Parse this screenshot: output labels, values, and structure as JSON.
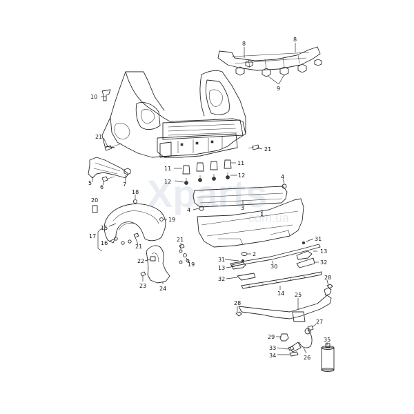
{
  "watermark": {
    "main": "Xparts",
    "sub": "com.ua"
  },
  "callouts": [
    {
      "id": "c10",
      "text": "10"
    },
    {
      "id": "c21a",
      "text": "21"
    },
    {
      "id": "c5",
      "text": "5"
    },
    {
      "id": "c6",
      "text": "6"
    },
    {
      "id": "c7",
      "text": "7"
    },
    {
      "id": "c8a",
      "text": "8"
    },
    {
      "id": "c8b",
      "text": "8"
    },
    {
      "id": "c9",
      "text": "9"
    },
    {
      "id": "c21b",
      "text": "21"
    },
    {
      "id": "c11a",
      "text": "11"
    },
    {
      "id": "c11b",
      "text": "11"
    },
    {
      "id": "c12a",
      "text": "12"
    },
    {
      "id": "c12b",
      "text": "12"
    },
    {
      "id": "c4a",
      "text": "4"
    },
    {
      "id": "c4b",
      "text": "4"
    },
    {
      "id": "c3",
      "text": "3"
    },
    {
      "id": "c1",
      "text": "1"
    },
    {
      "id": "c18",
      "text": "18"
    },
    {
      "id": "c20",
      "text": "20"
    },
    {
      "id": "c19a",
      "text": "19"
    },
    {
      "id": "c15",
      "text": "15"
    },
    {
      "id": "c17",
      "text": "17"
    },
    {
      "id": "c16",
      "text": "16"
    },
    {
      "id": "c21c",
      "text": "21"
    },
    {
      "id": "c21d",
      "text": "21"
    },
    {
      "id": "c19b",
      "text": "19"
    },
    {
      "id": "c22",
      "text": "22"
    },
    {
      "id": "c23",
      "text": "23"
    },
    {
      "id": "c24",
      "text": "24"
    },
    {
      "id": "c2",
      "text": "2"
    },
    {
      "id": "c31a",
      "text": "31"
    },
    {
      "id": "c31b",
      "text": "31"
    },
    {
      "id": "c13a",
      "text": "13"
    },
    {
      "id": "c13b",
      "text": "13"
    },
    {
      "id": "c30",
      "text": "30"
    },
    {
      "id": "c32a",
      "text": "32"
    },
    {
      "id": "c32b",
      "text": "32"
    },
    {
      "id": "c14",
      "text": "14"
    },
    {
      "id": "c28a",
      "text": "28"
    },
    {
      "id": "c28b",
      "text": "28"
    },
    {
      "id": "c25",
      "text": "25"
    },
    {
      "id": "c27",
      "text": "27"
    },
    {
      "id": "c29",
      "text": "29"
    },
    {
      "id": "c33",
      "text": "33"
    },
    {
      "id": "c34",
      "text": "34"
    },
    {
      "id": "c26",
      "text": "26"
    },
    {
      "id": "c35",
      "text": "35"
    }
  ]
}
